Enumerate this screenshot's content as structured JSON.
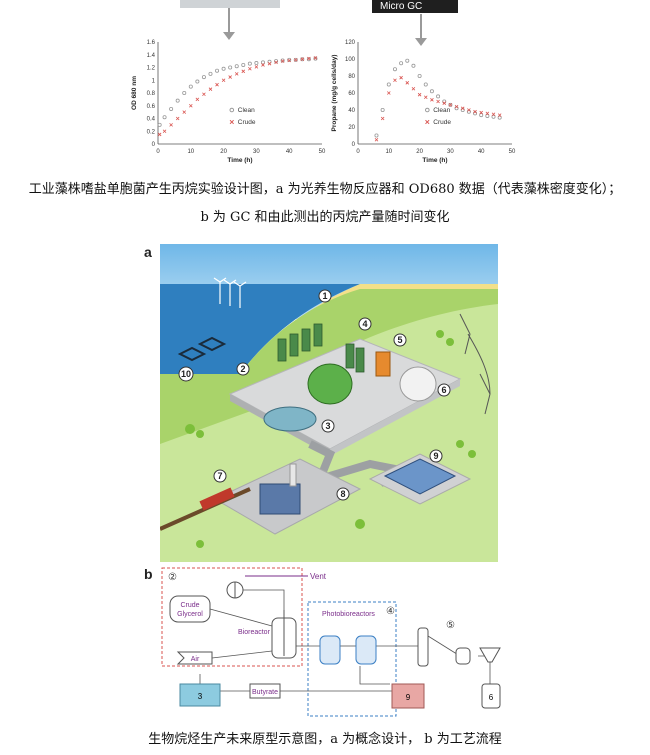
{
  "top_figure": {
    "instrument_label": "Micro GC",
    "caption_line1": "工业藻株嗜盐单胞菌产生丙烷实验设计图，a 为光养生物反应器和 OD680 数据（代表藻株密度变化）；",
    "caption_line2": "b 为 GC 和由此测出的丙烷产量随时间变化"
  },
  "chart_data": [
    {
      "type": "scatter",
      "xlabel": "Time (h)",
      "ylabel": "OD 680 nm",
      "xlim": [
        0,
        50
      ],
      "ylim": [
        0,
        1.6
      ],
      "x_ticks": [
        "0",
        "10",
        "20",
        "30",
        "40",
        "50"
      ],
      "y_ticks": [
        "0",
        "0.2",
        "0.4",
        "0.6",
        "0.8",
        "1",
        "1.2",
        "1.4",
        "1.6"
      ],
      "legend_position": "bottom-center",
      "series": [
        {
          "name": "Clean",
          "color": "#9a9a9a",
          "x": [
            0.5,
            2,
            4,
            6,
            8,
            10,
            12,
            14,
            16,
            18,
            20,
            22,
            24,
            26,
            28,
            30,
            32,
            34,
            36,
            38,
            40,
            42,
            44,
            46,
            48
          ],
          "y": [
            0.3,
            0.42,
            0.55,
            0.68,
            0.8,
            0.9,
            0.98,
            1.05,
            1.1,
            1.15,
            1.18,
            1.2,
            1.22,
            1.24,
            1.26,
            1.27,
            1.28,
            1.29,
            1.3,
            1.31,
            1.32,
            1.32,
            1.33,
            1.33,
            1.34
          ]
        },
        {
          "name": "Crude",
          "color": "#d9534f",
          "x": [
            0.5,
            2,
            4,
            6,
            8,
            10,
            12,
            14,
            16,
            18,
            20,
            22,
            24,
            26,
            28,
            30,
            32,
            34,
            36,
            38,
            40,
            42,
            44,
            46,
            48
          ],
          "y": [
            0.15,
            0.2,
            0.3,
            0.4,
            0.5,
            0.6,
            0.7,
            0.78,
            0.86,
            0.93,
            1.0,
            1.05,
            1.1,
            1.14,
            1.18,
            1.21,
            1.24,
            1.26,
            1.28,
            1.3,
            1.31,
            1.32,
            1.33,
            1.34,
            1.35
          ]
        }
      ]
    },
    {
      "type": "scatter",
      "xlabel": "Time (h)",
      "ylabel": "Propane (mg/g cells/day)",
      "xlim": [
        0,
        50
      ],
      "ylim": [
        0,
        120
      ],
      "x_ticks": [
        "0",
        "10",
        "20",
        "30",
        "40",
        "50"
      ],
      "y_ticks": [
        "0",
        "20",
        "40",
        "60",
        "80",
        "100",
        "120"
      ],
      "legend_position": "bottom-center",
      "series": [
        {
          "name": "Clean",
          "color": "#9a9a9a",
          "x": [
            6,
            8,
            10,
            12,
            14,
            16,
            18,
            20,
            22,
            24,
            26,
            28,
            30,
            32,
            34,
            36,
            38,
            40,
            42,
            44,
            46
          ],
          "y": [
            10,
            40,
            70,
            88,
            95,
            98,
            92,
            80,
            70,
            62,
            56,
            50,
            46,
            42,
            40,
            38,
            36,
            34,
            33,
            32,
            31
          ]
        },
        {
          "name": "Crude",
          "color": "#d9534f",
          "x": [
            6,
            8,
            10,
            12,
            14,
            16,
            18,
            20,
            22,
            24,
            26,
            28,
            30,
            32,
            34,
            36,
            38,
            40,
            42,
            44,
            46
          ],
          "y": [
            5,
            30,
            60,
            75,
            78,
            72,
            65,
            58,
            55,
            52,
            50,
            48,
            46,
            44,
            42,
            40,
            38,
            37,
            36,
            35,
            34
          ]
        }
      ]
    }
  ],
  "concept_figure": {
    "panel_a": "a",
    "panel_b": "b",
    "numbers": [
      "1",
      "2",
      "3",
      "4",
      "5",
      "6",
      "7",
      "8",
      "9",
      "10"
    ]
  },
  "process_diagram": {
    "step_labels": [
      "②",
      "④",
      "⑤"
    ],
    "vent": "Vent",
    "crude_glycerol": "Crude\nGlycerol",
    "air": "Air",
    "bioreactor": "Bioreactor",
    "photobioreactors": "Photobioreactors",
    "butyrate": "Butyrate",
    "box3": "3",
    "box9": "9",
    "box6": "6"
  },
  "bottom_caption": "生物烷烃生产未来原型示意图，a 为概念设计， b 为工艺流程"
}
